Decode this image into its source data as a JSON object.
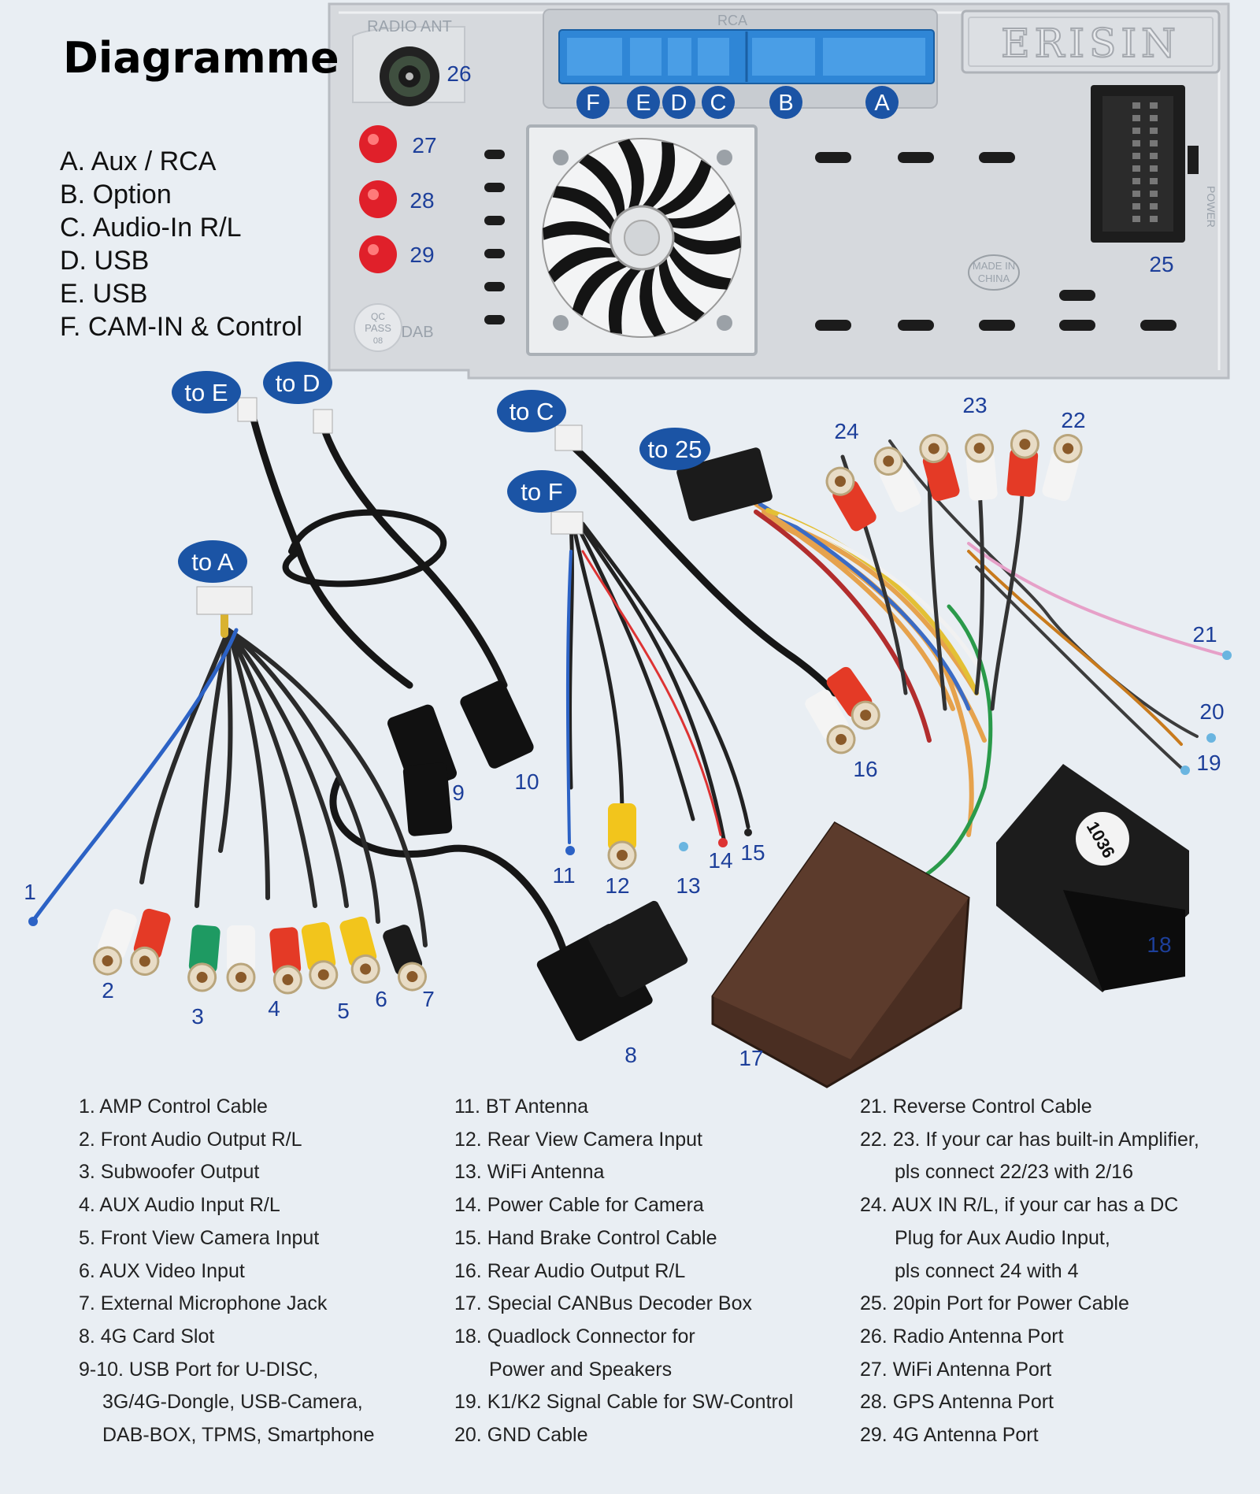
{
  "title": "Diagramme",
  "brand": "ERISIN",
  "panel_labels": {
    "radio_ant": "RADIO ANT",
    "rca": "RCA",
    "power": "POWER",
    "made_in": "MADE IN",
    "china": "CHINA",
    "qc": "QC",
    "pass": "PASS",
    "qc_num": "08",
    "dab": "DAB",
    "box_code": "1036"
  },
  "port_letters": [
    "F",
    "E",
    "D",
    "C",
    "B",
    "A"
  ],
  "ports": [
    "A. Aux / RCA",
    "B. Option",
    "C. Audio-In R/L",
    "D. USB",
    "E. USB",
    "F. CAM-IN & Control"
  ],
  "connector_tags": {
    "to_e": "to E",
    "to_d": "to D",
    "to_c": "to C",
    "to_25": "to 25",
    "to_f": "to F",
    "to_a": "to A"
  },
  "numbers": [
    "1",
    "2",
    "3",
    "4",
    "5",
    "6",
    "7",
    "8",
    "9",
    "10",
    "11",
    "12",
    "13",
    "14",
    "15",
    "16",
    "17",
    "18",
    "19",
    "20",
    "21",
    "22",
    "23",
    "24",
    "25",
    "26",
    "27",
    "28",
    "29"
  ],
  "legend": {
    "col1": [
      "1. AMP Control Cable",
      "2. Front Audio Output R/L",
      "3. Subwoofer Output",
      "4. AUX Audio Input R/L",
      "5. Front View Camera Input",
      "6. AUX Video Input",
      "7. External Microphone Jack",
      "8. 4G Card Slot",
      "9-10. USB Port for U-DISC,",
      "3G/4G-Dongle, USB-Camera,",
      "DAB-BOX, TPMS, Smartphone"
    ],
    "col2": [
      "11. BT Antenna",
      "12. Rear View Camera Input",
      "13. WiFi Antenna",
      "14. Power Cable for Camera",
      "15. Hand Brake Control Cable",
      "16. Rear Audio Output R/L",
      "17. Special CANBus Decoder Box",
      "18. Quadlock Connector for",
      "Power and Speakers",
      "19. K1/K2 Signal Cable for SW-Control",
      "20. GND Cable"
    ],
    "col3": [
      "21. Reverse Control Cable",
      "22. 23. If your car has built-in Amplifier,",
      "pls connect 22/23 with 2/16",
      "24. AUX IN R/L, if your car has a DC",
      "Plug for Aux Audio Input,",
      "pls connect 24 with 4",
      "25. 20pin Port for Power Cable",
      "26. Radio Antenna Port",
      "27. WiFi Antenna Port",
      "28. GPS Antenna Port",
      "29. 4G Antenna Port"
    ]
  }
}
